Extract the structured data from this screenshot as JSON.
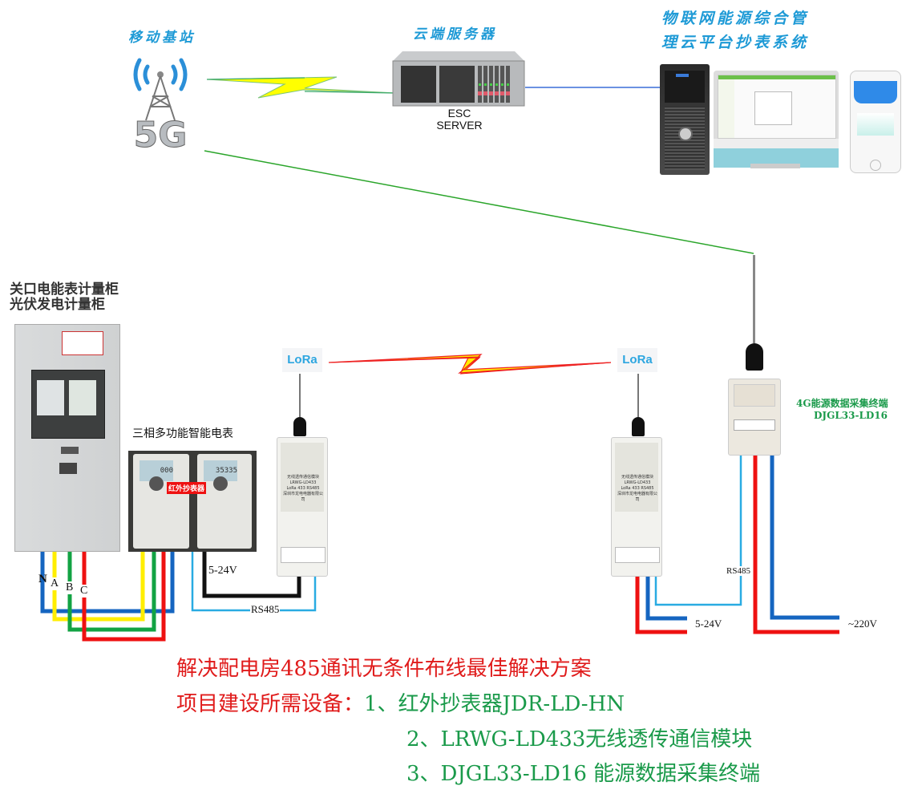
{
  "title_blocks": {
    "base_station": "移动基站",
    "cloud_server": "云端服务器",
    "platform_line1": "物联网能源综合管",
    "platform_line2": "理云平台抄表系统"
  },
  "server": {
    "line1": "ESC",
    "line2": "SERVER"
  },
  "base_station_icon_text": "5G",
  "cabinet": {
    "line1": "关口电能表计量柜",
    "line2": "光伏发电计量柜"
  },
  "meter": {
    "label": "三相多功能智能电表",
    "ir_reader_tag": "红外抄表器",
    "display_left": "000",
    "display_right": "35335"
  },
  "lora": {
    "badge": "LoRa"
  },
  "module": {
    "name_cn": "无线透传通信模块",
    "model": "LRWG-LD433",
    "sub": "LoRa 433 RS485",
    "maker": "深圳市龙电电器有限公司"
  },
  "terminal": {
    "label_line1": "4G能源数据采集终端",
    "label_line2": "DJGL33-LD16"
  },
  "wire_labels": {
    "n": "N",
    "a": "A",
    "b": "B",
    "c": "C",
    "left_power": "5-24V",
    "left_rs485": "RS485",
    "right_rs485": "RS485",
    "right_power": "5-24V",
    "mains": "~220V"
  },
  "colors": {
    "title_blue": "#1e9ad6",
    "footer_red": "#e01b1b",
    "footer_green": "#1a9a4a",
    "terminal_green": "#1a9a4a",
    "wire_blue": "#1565c0",
    "wire_yellow": "#ffee00",
    "wire_green": "#12a343",
    "wire_red": "#ee1111",
    "wire_cyan": "#29abe2",
    "wire_black": "#111111"
  },
  "footer": {
    "headline": "解决配电房485通讯无条件布线最佳解决方案",
    "equipment_prefix": "项目建设所需设备：",
    "items": [
      "1、红外抄表器JDR-LD-HN",
      "2、LRWG-LD433无线透传通信模块",
      "3、DJGL33-LD16 能源数据采集终端"
    ]
  }
}
